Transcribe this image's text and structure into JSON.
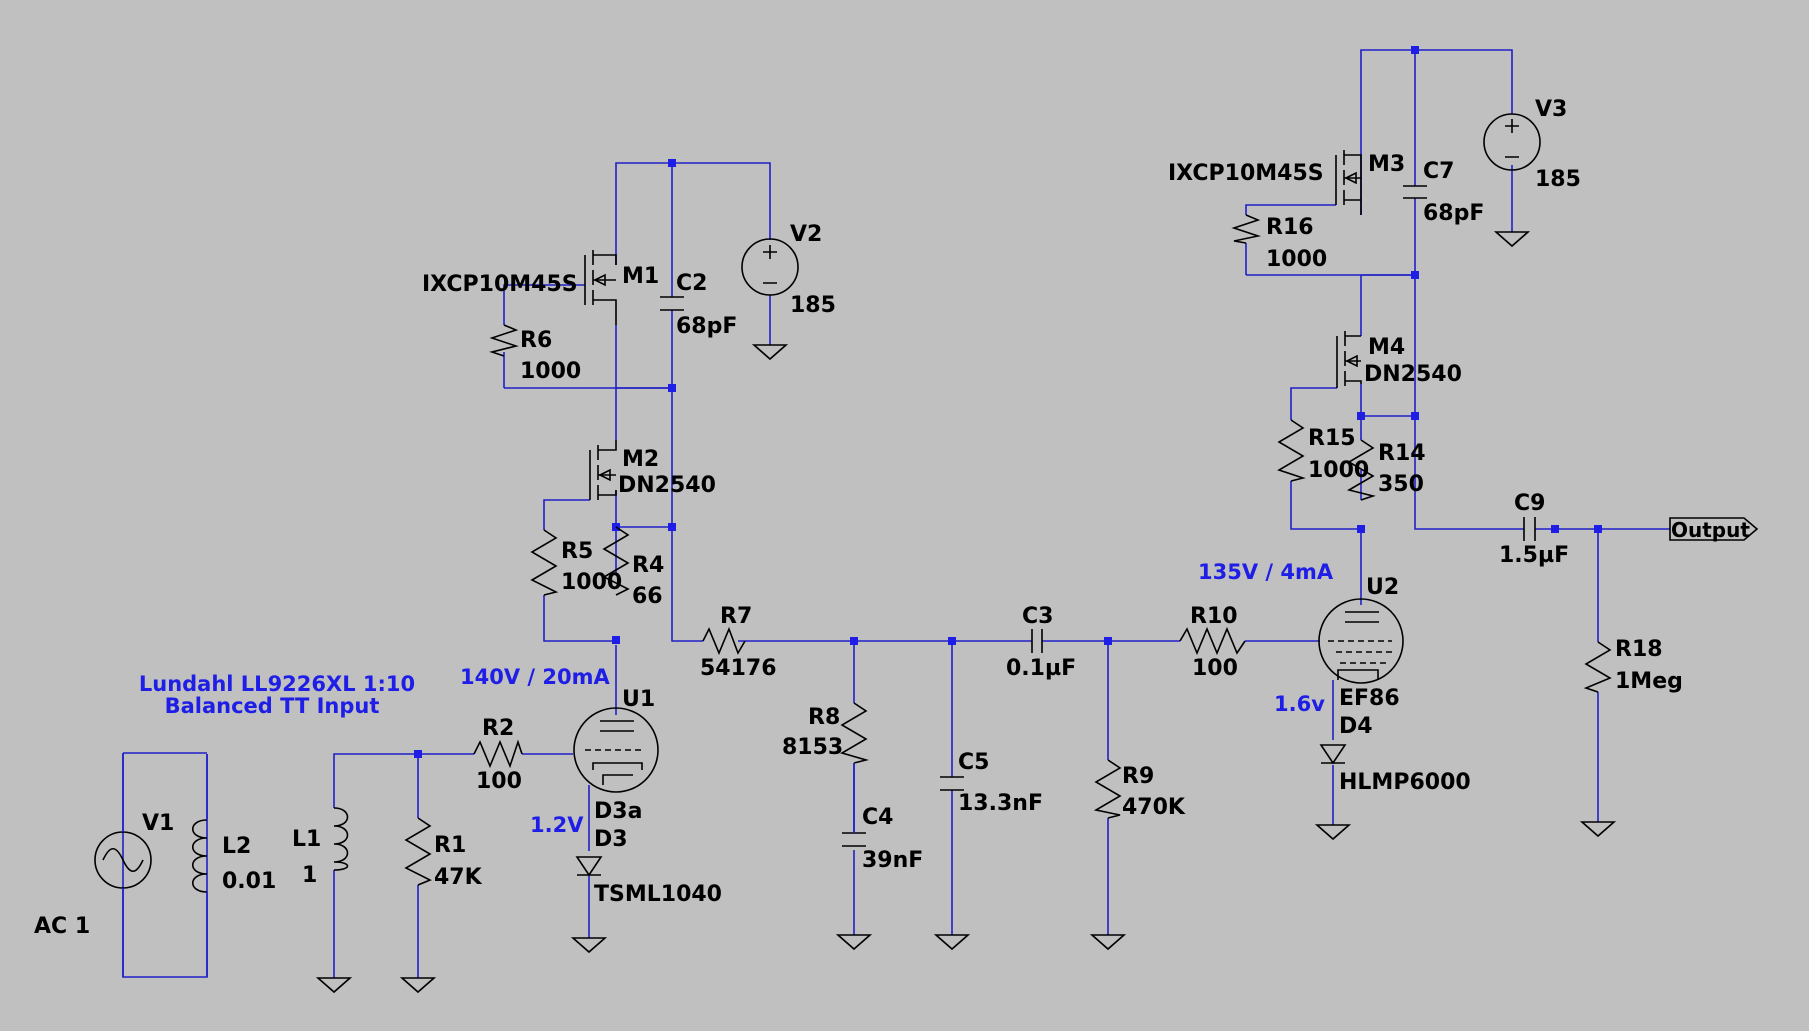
{
  "components": {
    "V1": {
      "name": "V1",
      "value": "AC 1"
    },
    "L2": {
      "name": "L2",
      "value": "0.01"
    },
    "L1": {
      "name": "L1",
      "value": "1"
    },
    "R1": {
      "name": "R1",
      "value": "47K"
    },
    "R2": {
      "name": "R2",
      "value": "100"
    },
    "U1": {
      "name": "U1"
    },
    "D3a": {
      "name": "D3a"
    },
    "D3": {
      "name": "D3",
      "value": "TSML1040"
    },
    "R5": {
      "name": "R5",
      "value": "1000"
    },
    "R4": {
      "name": "R4",
      "value": "66"
    },
    "M2": {
      "name": "M2",
      "value": "DN2540"
    },
    "R6": {
      "name": "R6",
      "value": "1000"
    },
    "M1": {
      "name": "M1",
      "value": "IXCP10M45S"
    },
    "C2": {
      "name": "C2",
      "value": "68pF"
    },
    "V2": {
      "name": "V2",
      "value": "185"
    },
    "R7": {
      "name": "R7",
      "value": "54176"
    },
    "R8": {
      "name": "R8",
      "value": "8153"
    },
    "C4": {
      "name": "C4",
      "value": "39nF"
    },
    "C5": {
      "name": "C5",
      "value": "13.3nF"
    },
    "C3": {
      "name": "C3",
      "value": "0.1µF"
    },
    "R9": {
      "name": "R9",
      "value": "470K"
    },
    "R10": {
      "name": "R10",
      "value": "100"
    },
    "U2": {
      "name": "U2",
      "value": "EF86"
    },
    "D4": {
      "name": "D4",
      "value": "HLMP6000"
    },
    "R15": {
      "name": "R15",
      "value": "1000"
    },
    "R14": {
      "name": "R14",
      "value": "350"
    },
    "M4": {
      "name": "M4",
      "value": "DN2540"
    },
    "R16": {
      "name": "R16",
      "value": "1000"
    },
    "M3": {
      "name": "M3",
      "value": "IXCP10M45S"
    },
    "C7": {
      "name": "C7",
      "value": "68pF"
    },
    "V3": {
      "name": "V3",
      "value": "185"
    },
    "C9": {
      "name": "C9",
      "value": "1.5µF"
    },
    "R18": {
      "name": "R18",
      "value": "1Meg"
    }
  },
  "annotations": {
    "input_line1": "Lundahl LL9226XL 1:10",
    "input_line2": "Balanced TT Input",
    "u1_bias": "140V / 20mA",
    "u1_cathode": "1.2V",
    "u2_bias": "135V / 4mA",
    "u2_cathode": "1.6v"
  },
  "output_label": "Output",
  "colors": {
    "background": "#c0c0c0",
    "wire": "#2020c8",
    "component": "#000000",
    "annotation": "#1e1ee6"
  }
}
